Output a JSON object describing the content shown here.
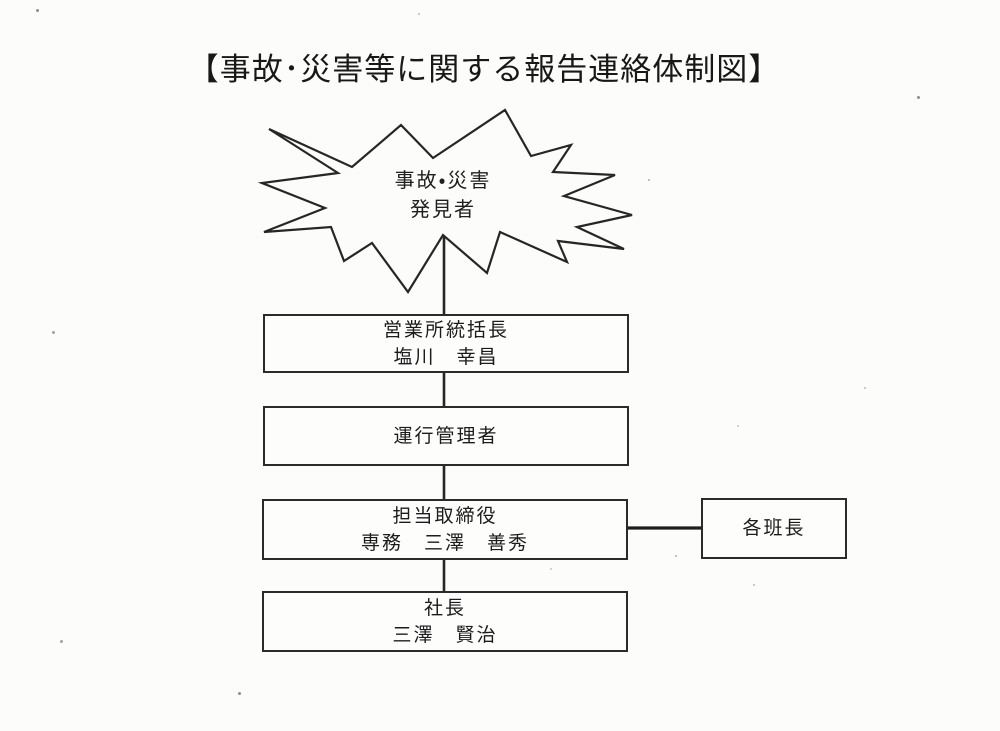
{
  "page": {
    "title": "【事故･災害等に関する報告連絡体制図】"
  },
  "diagram": {
    "starburst": {
      "role": "accident-disaster-discoverer",
      "lines": [
        "事故・災害",
        "発見者"
      ]
    },
    "nodes": [
      {
        "id": "office-general-manager",
        "lines": [
          "営業所統括長",
          "塩川　幸昌"
        ]
      },
      {
        "id": "operation-manager",
        "lines": [
          "運行管理者"
        ]
      },
      {
        "id": "director-in-charge",
        "lines": [
          "担当取締役",
          "専務　三澤　善秀"
        ]
      },
      {
        "id": "president",
        "lines": [
          "社長",
          "三澤　賢治"
        ]
      }
    ],
    "side_node": {
      "id": "team-leaders",
      "lines": [
        "各班長"
      ]
    }
  },
  "colors": {
    "ink": "#2b2b2b",
    "paper": "#fcfcfa"
  }
}
